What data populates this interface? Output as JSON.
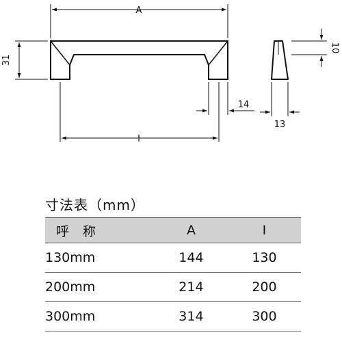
{
  "diagram": {
    "labels": {
      "A": "A",
      "I": "I",
      "height": "31",
      "foot": "14",
      "depth": "13",
      "top": "10"
    }
  },
  "table": {
    "title": "寸法表（mm）",
    "headers": [
      "呼称",
      "A",
      "I"
    ],
    "rows": [
      [
        "130mm",
        "144",
        "130"
      ],
      [
        "200mm",
        "214",
        "200"
      ],
      [
        "300mm",
        "314",
        "300"
      ]
    ]
  }
}
